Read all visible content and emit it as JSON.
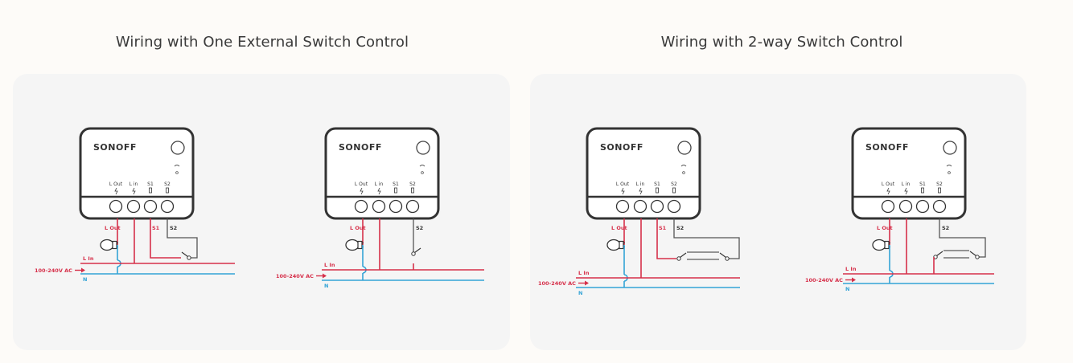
{
  "sections": [
    {
      "title": "Wiring with One External Switch Control",
      "diagrams": [
        {
          "variant": "single-s1s2"
        },
        {
          "variant": "single-s2"
        }
      ]
    },
    {
      "title": "Wiring with 2-way Switch Control",
      "diagrams": [
        {
          "variant": "twoway-s1s2"
        },
        {
          "variant": "twoway-s2"
        }
      ]
    }
  ],
  "device": {
    "brand": "SONOFF",
    "terminals": [
      "L Out",
      "L in",
      "S1",
      "S2"
    ]
  },
  "wire_labels": {
    "l_out": "L Out",
    "l_in": "L In",
    "s1": "S1",
    "s2": "S2",
    "neutral": "N",
    "supply": "100-240V AC"
  },
  "colors": {
    "live": "#d6304a",
    "neutral": "#33a3d6",
    "switch_wire": "#555555",
    "device_outline": "#333333",
    "panel_bg": "#f5f5f5",
    "page_bg": "#fdfbf8"
  }
}
